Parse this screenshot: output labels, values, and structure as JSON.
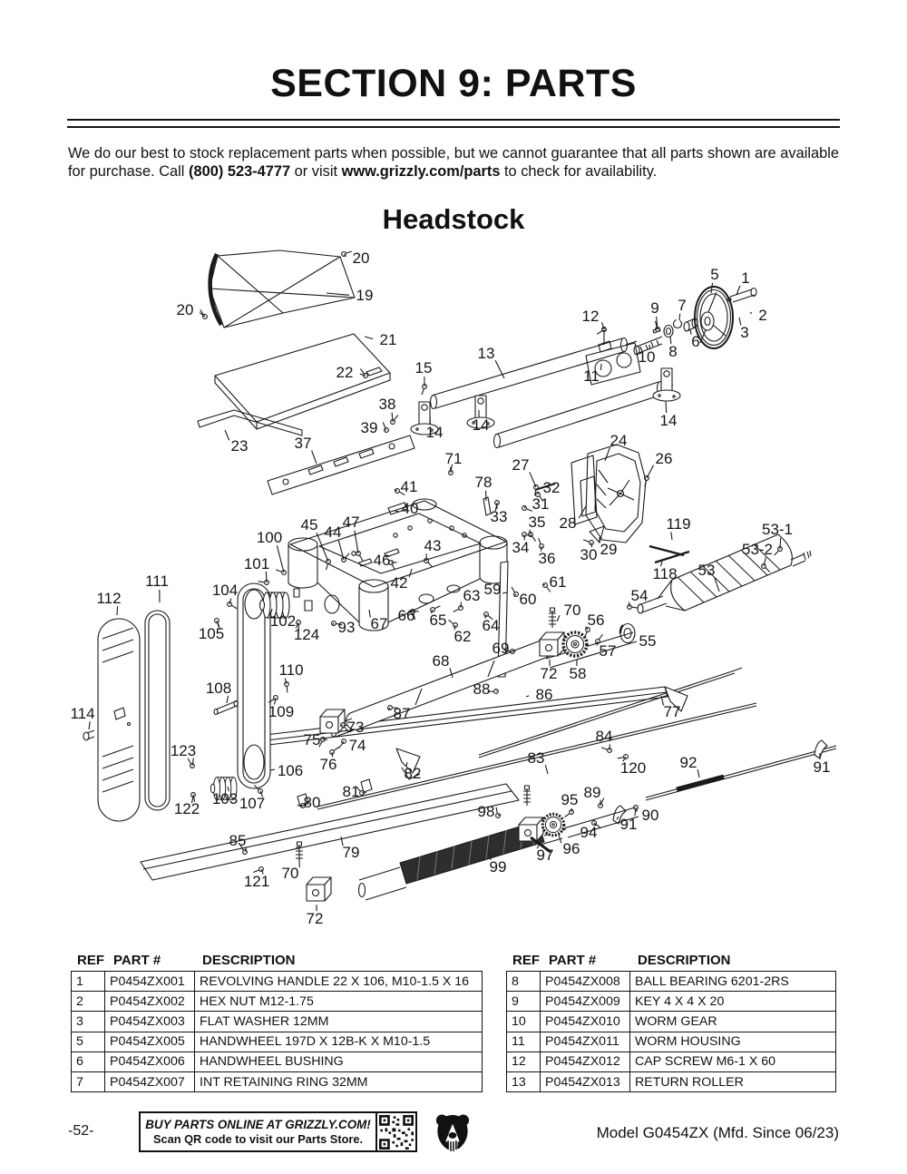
{
  "page": {
    "section_title": "SECTION 9: PARTS",
    "intro": {
      "pre": "We do our best to stock replacement parts when possible, but we cannot guarantee that all parts shown are available for purchase. Call ",
      "phone": "(800) 523-4777",
      "mid": " or visit ",
      "url": "www.grizzly.com/parts",
      "post": " to check for availability."
    },
    "diagram_title": "Headstock"
  },
  "diagram": {
    "callouts": [
      [
        "20",
        398,
        17,
        379,
        12,
        1
      ],
      [
        "19",
        402,
        58,
        360,
        55,
        0
      ],
      [
        "20",
        204,
        74,
        226,
        81,
        1
      ],
      [
        "21",
        428,
        107,
        402,
        103,
        0
      ],
      [
        "22",
        380,
        143,
        403,
        146,
        1
      ],
      [
        "23",
        264,
        224,
        248,
        206,
        0
      ],
      [
        "37",
        334,
        221,
        349,
        243,
        0
      ],
      [
        "38",
        427,
        178,
        433,
        197,
        1
      ],
      [
        "39",
        407,
        204,
        426,
        206,
        1
      ],
      [
        "15",
        467,
        138,
        468,
        158,
        1
      ],
      [
        "13",
        536,
        122,
        556,
        149,
        0
      ],
      [
        "14",
        479,
        209,
        474,
        191,
        0
      ],
      [
        "14",
        530,
        201,
        528,
        184,
        0
      ],
      [
        "14",
        737,
        196,
        734,
        174,
        0
      ],
      [
        "12",
        651,
        81,
        666,
        95,
        1
      ],
      [
        "9",
        722,
        72,
        725,
        95,
        1
      ],
      [
        "7",
        752,
        69,
        749,
        85,
        0
      ],
      [
        "5",
        788,
        35,
        784,
        55,
        0
      ],
      [
        "1",
        822,
        39,
        812,
        57,
        0
      ],
      [
        "2",
        841,
        80,
        827,
        76,
        0
      ],
      [
        "3",
        821,
        99,
        815,
        82,
        0
      ],
      [
        "6",
        767,
        109,
        761,
        95,
        0
      ],
      [
        "8",
        742,
        120,
        739,
        103,
        0
      ],
      [
        "10",
        713,
        126,
        716,
        112,
        0
      ],
      [
        "11",
        652,
        147,
        663,
        133,
        0
      ],
      [
        "24",
        682,
        218,
        667,
        240,
        0
      ],
      [
        "26",
        732,
        238,
        713,
        259,
        1
      ],
      [
        "71",
        500,
        238,
        497,
        253,
        1
      ],
      [
        "27",
        574,
        245,
        591,
        269,
        1
      ],
      [
        "78",
        533,
        264,
        536,
        284,
        0
      ],
      [
        "32",
        608,
        270,
        593,
        277,
        1
      ],
      [
        "31",
        596,
        288,
        578,
        292,
        1
      ],
      [
        "33",
        550,
        302,
        548,
        286,
        1
      ],
      [
        "28",
        626,
        309,
        646,
        290,
        0
      ],
      [
        "35",
        592,
        308,
        585,
        321,
        1
      ],
      [
        "34",
        574,
        336,
        578,
        321,
        1
      ],
      [
        "36",
        603,
        348,
        597,
        334,
        1
      ],
      [
        "30",
        649,
        344,
        652,
        330,
        1
      ],
      [
        "29",
        671,
        338,
        661,
        324,
        0
      ],
      [
        "41",
        451,
        269,
        438,
        273,
        1
      ],
      [
        "40",
        452,
        293,
        440,
        296,
        0
      ],
      [
        "43",
        477,
        334,
        470,
        350,
        1
      ],
      [
        "46",
        421,
        350,
        431,
        352,
        1
      ],
      [
        "44",
        367,
        319,
        379,
        349,
        1
      ],
      [
        "45",
        341,
        311,
        362,
        351,
        1
      ],
      [
        "47",
        387,
        308,
        395,
        342,
        1
      ],
      [
        "42",
        440,
        375,
        454,
        359,
        0
      ],
      [
        "100",
        297,
        325,
        313,
        363,
        1
      ],
      [
        "101",
        283,
        354,
        294,
        374,
        1
      ],
      [
        "119",
        748,
        310,
        741,
        327,
        0
      ],
      [
        "118",
        733,
        365,
        730,
        351,
        0
      ],
      [
        "53-1",
        857,
        316,
        860,
        337,
        1
      ],
      [
        "53-2",
        835,
        338,
        842,
        356,
        1
      ],
      [
        "53",
        779,
        361,
        793,
        384,
        0
      ],
      [
        "54",
        705,
        389,
        694,
        401,
        1
      ],
      [
        "55",
        714,
        439,
        700,
        432,
        0
      ],
      [
        "56",
        657,
        416,
        648,
        426,
        1
      ],
      [
        "57",
        670,
        450,
        659,
        439,
        1
      ],
      [
        "58",
        637,
        475,
        636,
        459,
        0
      ],
      [
        "59",
        543,
        382,
        554,
        386,
        0
      ],
      [
        "60",
        582,
        393,
        569,
        387,
        1
      ],
      [
        "61",
        615,
        374,
        601,
        377,
        1
      ],
      [
        "62",
        510,
        434,
        502,
        421,
        1
      ],
      [
        "63",
        520,
        389,
        508,
        402,
        1
      ],
      [
        "64",
        541,
        422,
        536,
        409,
        1
      ],
      [
        "65",
        483,
        416,
        477,
        404,
        1
      ],
      [
        "66",
        448,
        411,
        455,
        406,
        1
      ],
      [
        "67",
        418,
        420,
        407,
        404,
        0
      ],
      [
        "68",
        486,
        461,
        499,
        479,
        0
      ],
      [
        "69",
        552,
        447,
        565,
        450,
        1
      ],
      [
        "70",
        631,
        405,
        614,
        417,
        0
      ],
      [
        "70",
        320,
        695,
        330,
        682,
        0
      ],
      [
        "72",
        605,
        475,
        606,
        459,
        0
      ],
      [
        "72",
        347,
        745,
        349,
        729,
        0
      ],
      [
        "73",
        392,
        534,
        378,
        531,
        1
      ],
      [
        "74",
        394,
        554,
        379,
        549,
        1
      ],
      [
        "75",
        344,
        548,
        356,
        547,
        1
      ],
      [
        "76",
        362,
        575,
        366,
        561,
        1
      ],
      [
        "77",
        741,
        517,
        729,
        499,
        0
      ],
      [
        "79",
        387,
        672,
        376,
        654,
        0
      ],
      [
        "80",
        344,
        617,
        334,
        620,
        1
      ],
      [
        "81",
        387,
        605,
        399,
        606,
        1
      ],
      [
        "82",
        455,
        585,
        449,
        572,
        0
      ],
      [
        "83",
        591,
        568,
        604,
        585,
        0
      ],
      [
        "84",
        666,
        544,
        672,
        559,
        1
      ],
      [
        "85",
        262,
        659,
        270,
        671,
        1
      ],
      [
        "86",
        600,
        498,
        580,
        500,
        0
      ],
      [
        "87",
        443,
        519,
        430,
        512,
        1
      ],
      [
        "88",
        531,
        492,
        547,
        494,
        1
      ],
      [
        "89",
        653,
        606,
        662,
        620,
        1
      ],
      [
        "90",
        717,
        631,
        701,
        622,
        1
      ],
      [
        "91",
        693,
        641,
        682,
        632,
        0
      ],
      [
        "91",
        906,
        578,
        904,
        562,
        0
      ],
      [
        "92",
        759,
        573,
        771,
        589,
        0
      ],
      [
        "93",
        382,
        424,
        368,
        419,
        1
      ],
      [
        "94",
        649,
        650,
        655,
        639,
        1
      ],
      [
        "95",
        628,
        614,
        630,
        627,
        1
      ],
      [
        "96",
        630,
        668,
        616,
        652,
        0
      ],
      [
        "97",
        601,
        675,
        594,
        663,
        0
      ],
      [
        "98",
        536,
        627,
        549,
        631,
        1
      ],
      [
        "99",
        549,
        688,
        539,
        669,
        0
      ],
      [
        "102",
        312,
        417,
        300,
        403,
        0
      ],
      [
        "103",
        248,
        613,
        251,
        599,
        0
      ],
      [
        "104",
        248,
        383,
        253,
        398,
        1
      ],
      [
        "105",
        233,
        431,
        239,
        416,
        1
      ],
      [
        "106",
        320,
        582,
        303,
        580,
        0
      ],
      [
        "107",
        278,
        618,
        287,
        604,
        1
      ],
      [
        "108",
        241,
        491,
        250,
        507,
        0
      ],
      [
        "109",
        310,
        517,
        304,
        501,
        1
      ],
      [
        "110",
        321,
        471,
        316,
        486,
        1
      ],
      [
        "111",
        173,
        373,
        176,
        396,
        0
      ],
      [
        "112",
        120,
        392,
        129,
        410,
        0
      ],
      [
        "114",
        91,
        519,
        98,
        536,
        0
      ],
      [
        "120",
        698,
        579,
        690,
        566,
        1
      ],
      [
        "121",
        283,
        704,
        288,
        690,
        1
      ],
      [
        "122",
        206,
        624,
        213,
        608,
        1
      ],
      [
        "123",
        202,
        560,
        212,
        576,
        1
      ],
      [
        "124",
        338,
        432,
        329,
        418,
        1
      ]
    ]
  },
  "tables": {
    "headers": {
      "ref": "REF",
      "part": "PART #",
      "desc": "DESCRIPTION"
    },
    "left": [
      [
        "1",
        "P0454ZX001",
        "REVOLVING HANDLE 22 X 106, M10-1.5 X 16"
      ],
      [
        "2",
        "P0454ZX002",
        "HEX NUT M12-1.75"
      ],
      [
        "3",
        "P0454ZX003",
        "FLAT WASHER 12MM"
      ],
      [
        "5",
        "P0454ZX005",
        "HANDWHEEL 197D X 12B-K X M10-1.5"
      ],
      [
        "6",
        "P0454ZX006",
        "HANDWHEEL BUSHING"
      ],
      [
        "7",
        "P0454ZX007",
        "INT RETAINING RING 32MM"
      ]
    ],
    "right": [
      [
        "8",
        "P0454ZX008",
        "BALL BEARING 6201-2RS"
      ],
      [
        "9",
        "P0454ZX009",
        "KEY 4 X 4 X 20"
      ],
      [
        "10",
        "P0454ZX010",
        "WORM GEAR"
      ],
      [
        "11",
        "P0454ZX011",
        "WORM HOUSING"
      ],
      [
        "12",
        "P0454ZX012",
        "CAP SCREW M6-1 X 60"
      ],
      [
        "13",
        "P0454ZX013",
        "RETURN ROLLER"
      ]
    ]
  },
  "footer": {
    "page_number": "-52-",
    "promo_line1": "BUY PARTS ONLINE AT GRIZZLY.COM!",
    "promo_line2": "Scan QR code to visit our Parts Store.",
    "model_text": "Model G0454ZX (Mfd. Since 06/23)",
    "icons": {
      "qr": "qr-code-icon",
      "bear": "grizzly-bear-logo-icon"
    }
  }
}
